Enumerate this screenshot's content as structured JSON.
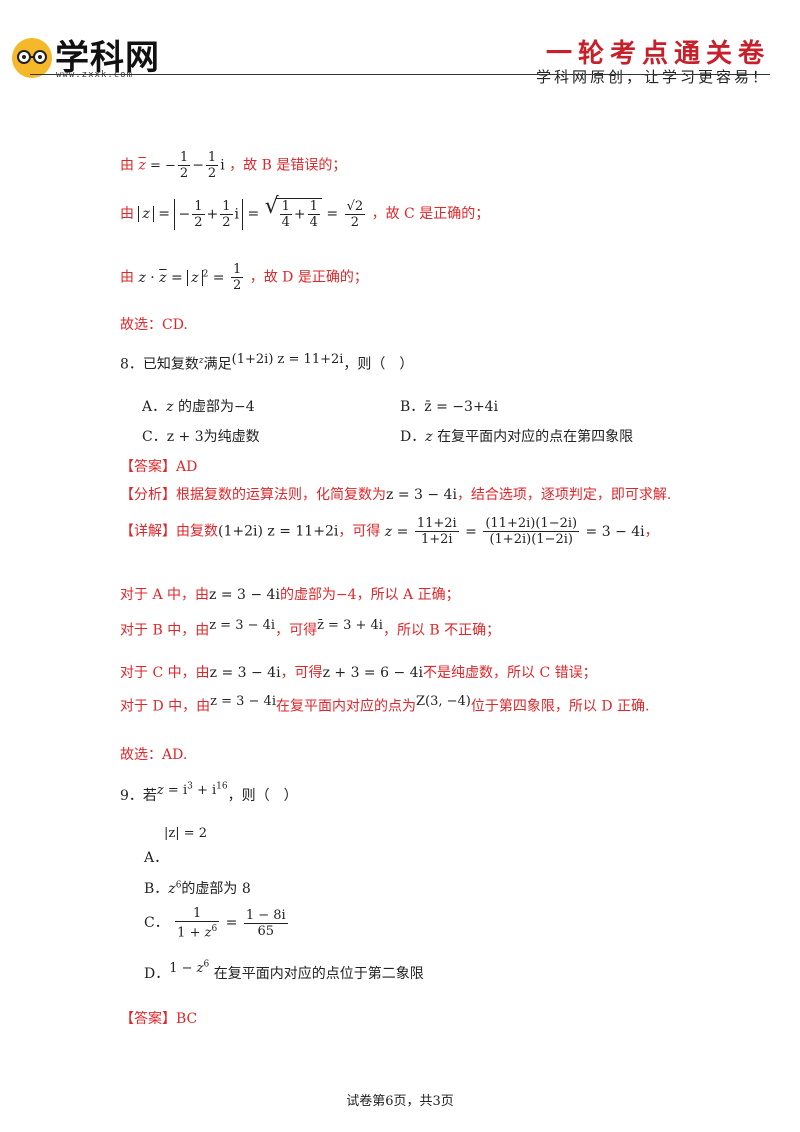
{
  "header": {
    "logo_text": "学科网",
    "logo_url": "www.zxxk.com",
    "right_title": "一轮考点通关卷",
    "right_subtitle": "学科网原创，让学习更容易！"
  },
  "prev_solution": {
    "line1": {
      "pre": "由",
      "math": "z̄ = −½ − ½ i",
      "post": "，故 B 是错误的；"
    },
    "line2": {
      "pre": "由",
      "post": "，故 C 是正确的；"
    },
    "line3": {
      "pre": "由",
      "post": "，故 D 是正确的；"
    },
    "answer": "故选：CD."
  },
  "q8": {
    "stem_pre": "8．已知复数",
    "stem_mid": "满足",
    "stem_eq": "(1+2i) z = 11+2i",
    "stem_post": "，则（　）",
    "opt_a": "A．",
    "opt_a_text": "的虚部为−4",
    "opt_b": "B．",
    "opt_b_math": "z̄ = −3+4i",
    "opt_c": "C．",
    "opt_c_math": "z + 3",
    "opt_c_text": "为纯虚数",
    "opt_d": "D．",
    "opt_d_text": "在复平面内对应的点在第四象限",
    "answer": "【答案】AD",
    "analysis_pre": "【分析】根据复数的运算法则，化简复数为",
    "analysis_math": "z = 3 − 4i",
    "analysis_post": "，结合选项，逐项判定，即可求解.",
    "detail_pre": "【详解】由复数",
    "detail_eq": "(1+2i) z = 11+2i",
    "detail_mid": "，可得",
    "detail_post": "，",
    "lineA_pre": "对于 A 中，由",
    "lineA_math": "z = 3 − 4i",
    "lineA_post": "的虚部为−4，所以 A 正确；",
    "lineB_pre": "对于 B 中，由",
    "lineB_math": "z = 3 − 4i",
    "lineB_mid": "，可得",
    "lineB_math2": "z̄ = 3 + 4i",
    "lineB_post": "，所以 B 不正确；",
    "lineC_pre": "对于 C 中，由",
    "lineC_math": "z = 3 − 4i",
    "lineC_mid": "，可得",
    "lineC_math2": "z + 3 = 6 − 4i",
    "lineC_post": "不是纯虚数，所以 C 错误；",
    "lineD_pre": "对于 D 中，由",
    "lineD_math": "z = 3 − 4i",
    "lineD_mid": "在复平面内对应的点为",
    "lineD_math2": "Z(3, −4)",
    "lineD_post": "位于第四象限，所以 D 正确.",
    "final": "故选：AD."
  },
  "q9": {
    "stem_pre": "9．若",
    "stem_post": "，则（　）",
    "opt_a": "A．",
    "opt_a_math": "|z| = 2",
    "opt_b": "B．",
    "opt_b_text": "的虚部为 8",
    "opt_c": "C．",
    "opt_d": "D．",
    "opt_d_text": "在复平面内对应的点位于第二象限",
    "answer": "【答案】BC"
  },
  "footer": "试卷第6页，共3页"
}
